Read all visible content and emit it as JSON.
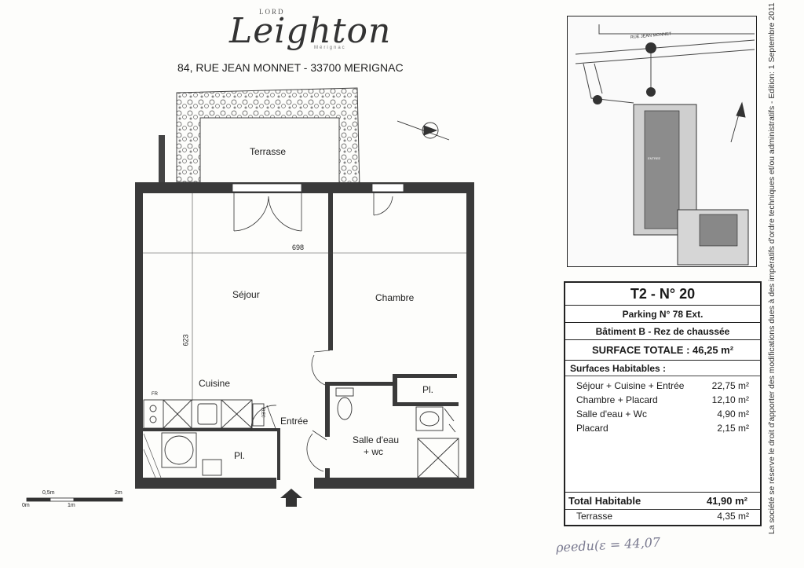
{
  "header": {
    "logo_small": "LORD",
    "logo_text": "Leighton",
    "logo_sub": "Mérignac",
    "address": "84, RUE JEAN MONNET - 33700 MERIGNAC"
  },
  "plan": {
    "rooms": {
      "terrasse": "Terrasse",
      "sejour": "Séjour",
      "chambre": "Chambre",
      "cuisine": "Cuisine",
      "entree": "Entrée",
      "salle_eau_line1": "Salle d'eau",
      "salle_eau_line2": "+ wc",
      "placard_1": "Pl.",
      "placard_2": "Pl."
    },
    "dimensions": {
      "width": "698",
      "height": "623"
    },
    "appliance_labels": {
      "fr": "FR",
      "elec": "ELEC"
    },
    "scale": {
      "tick_0": "0m",
      "tick_05": "0,5m",
      "tick_1": "1m",
      "tick_2": "2m"
    }
  },
  "site_plan": {
    "street": "RUE JEAN MONNET",
    "building_label": "ENTREE"
  },
  "info": {
    "title": "T2 - N° 20",
    "parking": "Parking N° 78 Ext.",
    "batiment": "Bâtiment B - Rez de chaussée",
    "surface_totale": "SURFACE TOTALE : 46,25 m²",
    "surfaces_header": "Surfaces Habitables :",
    "surfaces": [
      {
        "label": "Séjour + Cuisine + Entrée",
        "value": "22,75 m²"
      },
      {
        "label": "Chambre + Placard",
        "value": "12,10 m²"
      },
      {
        "label": "Salle d'eau + Wc",
        "value": "4,90 m²"
      },
      {
        "label": "Placard",
        "value": "2,15 m²"
      }
    ],
    "total_label": "Total Habitable",
    "total_value": "41,90 m²",
    "terrasse_label": "Terrasse",
    "terrasse_value": "4,35 m²"
  },
  "disclaimer": "La société se réserve le droit d'apporter des modifications dues à des impératifs d'ordre techniques et/ou administratifs - Edition: 1 Septembre 2011",
  "handwritten_note": "ρeedu(ε = 44,07"
}
